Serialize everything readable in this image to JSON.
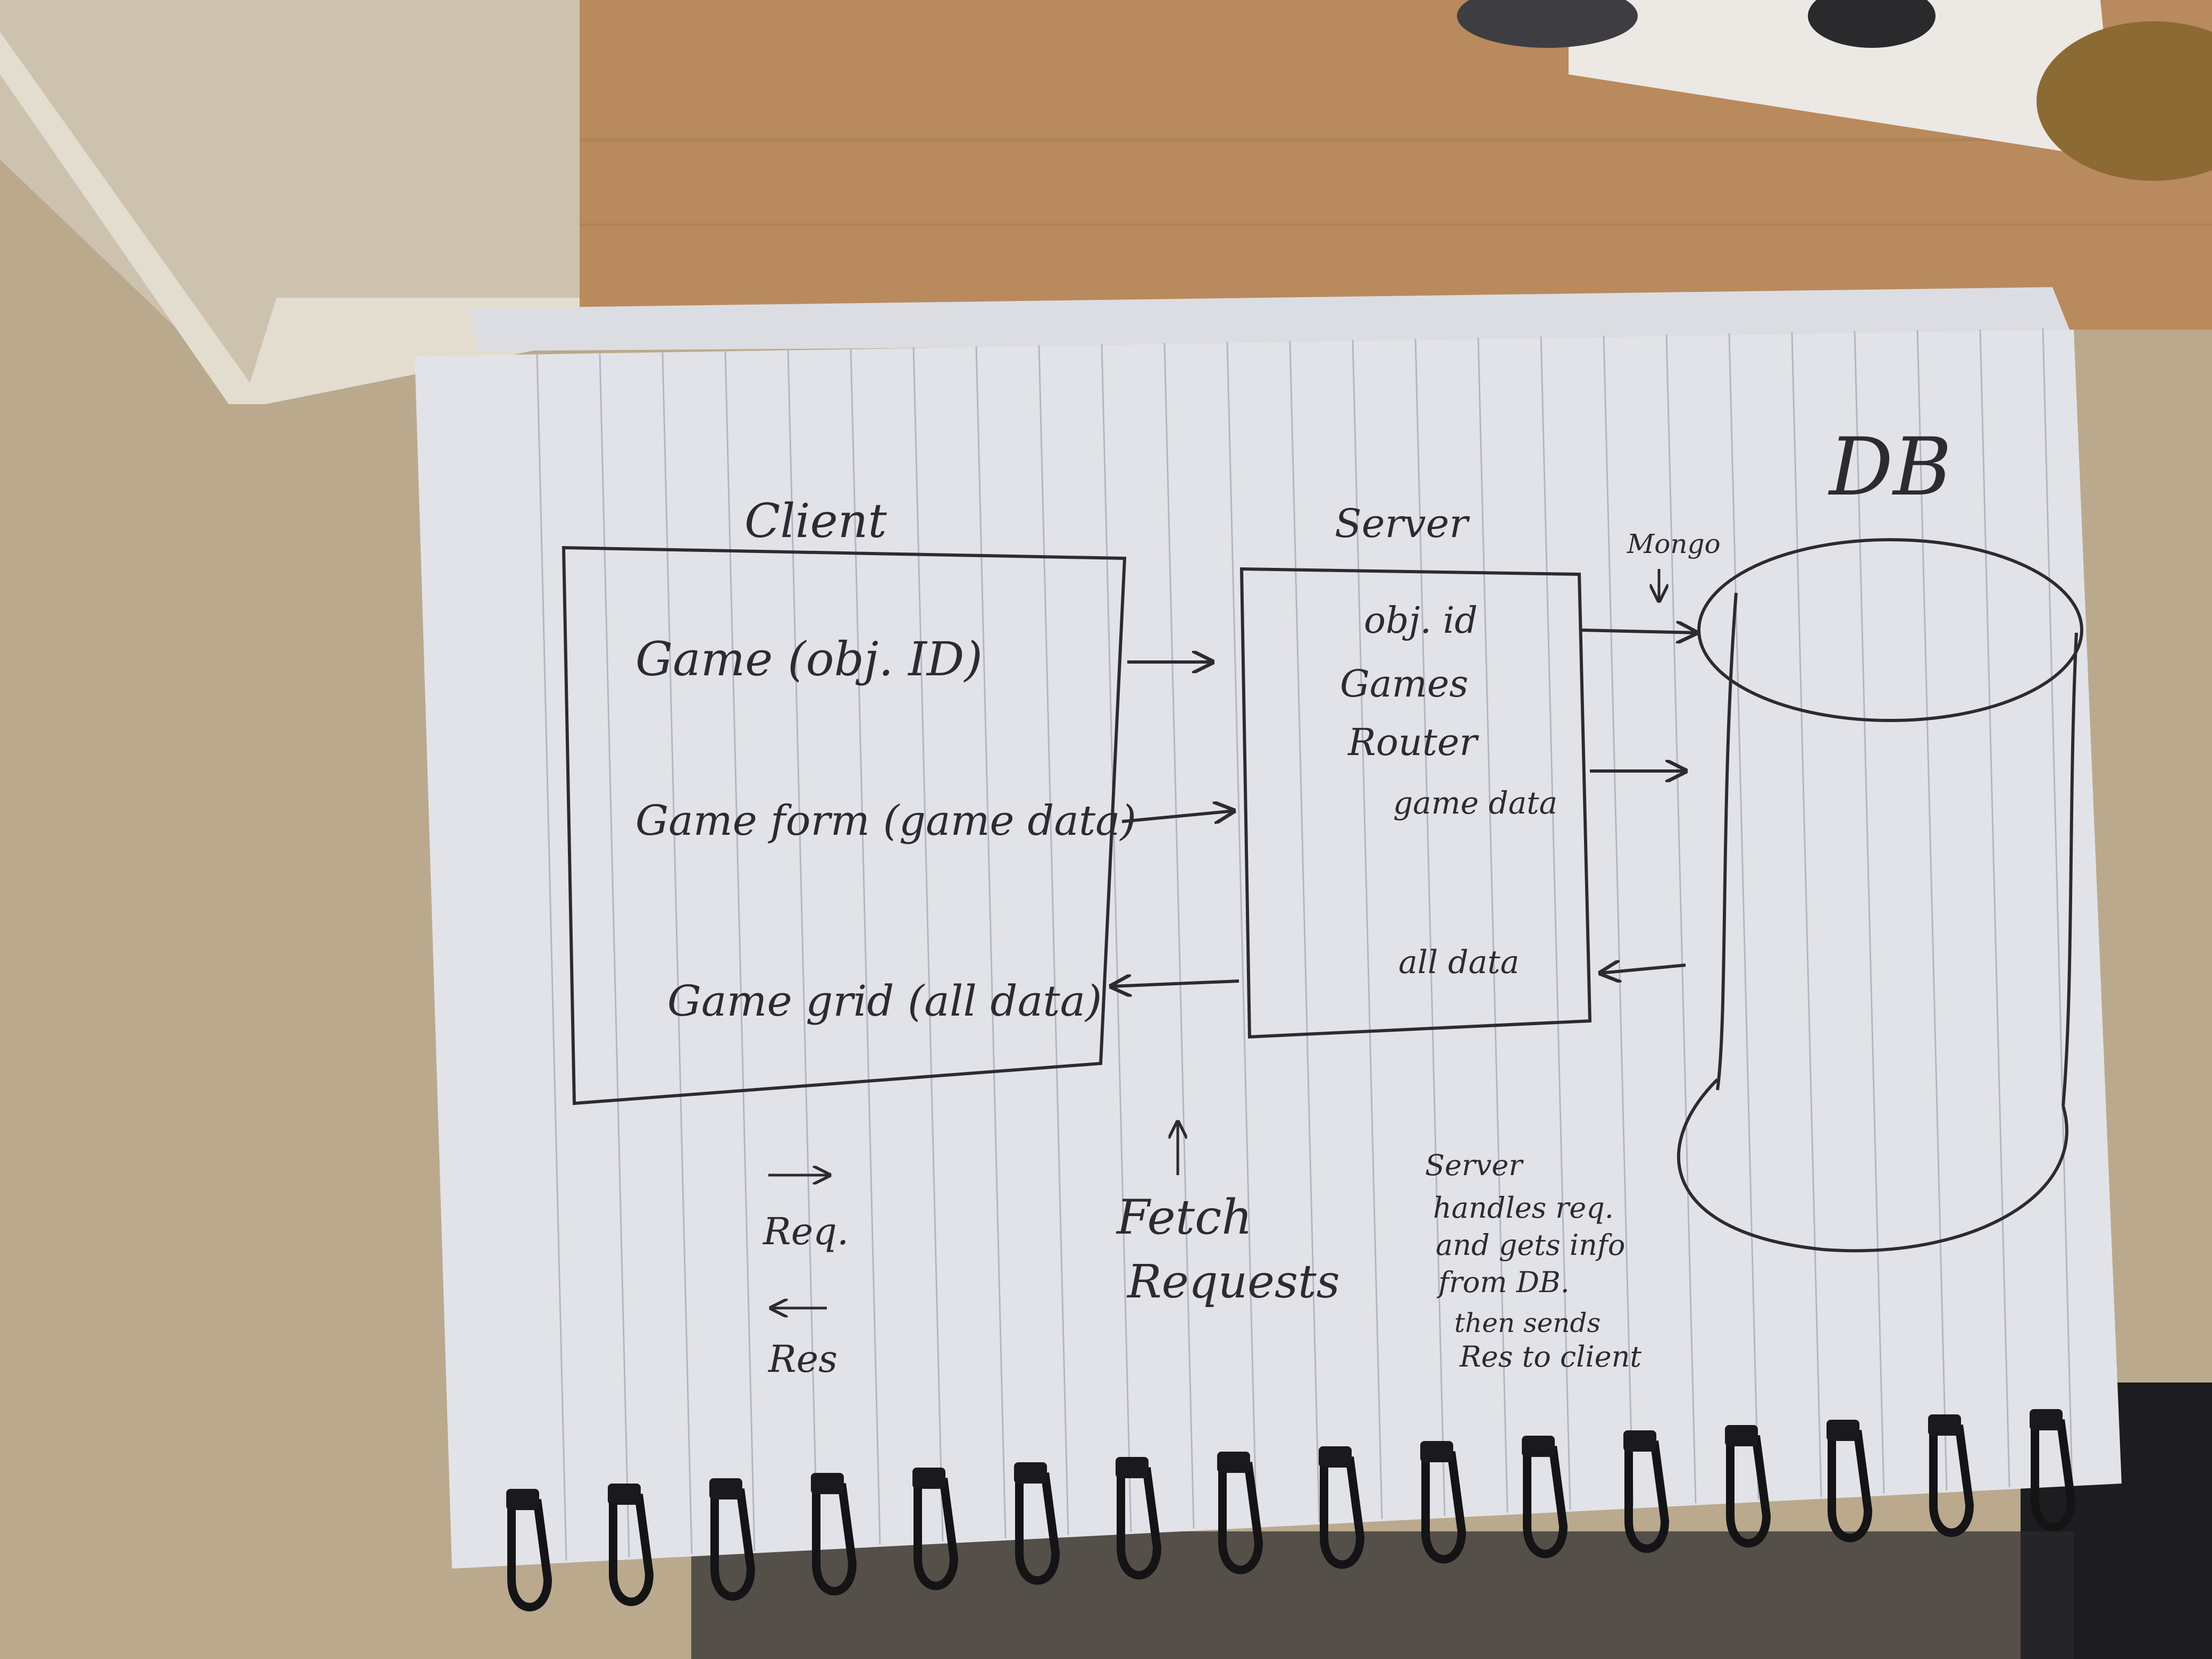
{
  "diagram": {
    "client": {
      "title": "Client",
      "components": [
        "Game (obj. ID)",
        "Game form (game data)",
        "Game grid (all data)"
      ]
    },
    "server": {
      "title": "Server",
      "router_lines": [
        "obj. id",
        "Games",
        "Router"
      ],
      "game_data_label": "game data",
      "all_data_label": "all data"
    },
    "database": {
      "title": "DB",
      "mongo_label": "Mongo"
    },
    "legend": {
      "request_label": "Req.",
      "response_label": "Res"
    },
    "fetch_note": [
      "Fetch",
      "Requests"
    ],
    "server_note": [
      "Server",
      "handles req.",
      "and gets info",
      "from DB.",
      "then sends",
      "Res to client"
    ]
  }
}
